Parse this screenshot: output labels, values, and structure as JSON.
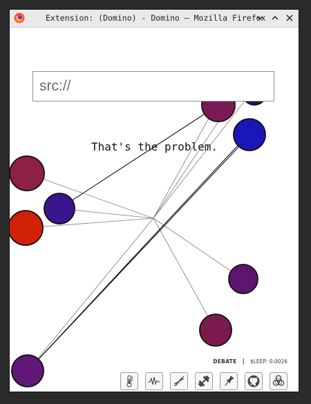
{
  "window": {
    "title": "Extension: (Domino) - Domino — Mozilla Firefox"
  },
  "search": {
    "placeholder": "src://"
  },
  "caption": {
    "text": "That's the problem."
  },
  "status": {
    "mode": "DEBATE",
    "separator": "|",
    "sleep": "$LEEP: 0.0026"
  },
  "toolbar": {
    "icons": [
      "thermometer-icon",
      "waveform-icon",
      "dna-icon",
      "dumbbell-icon",
      "pin-icon",
      "github-icon",
      "biohazard-icon"
    ]
  },
  "colors": {
    "node_palette": [
      "#7a1a55",
      "#1a16b8",
      "#8e1f45",
      "#3a1590",
      "#d02008",
      "#5e1570",
      "#7d1a4d",
      "#621878"
    ]
  }
}
